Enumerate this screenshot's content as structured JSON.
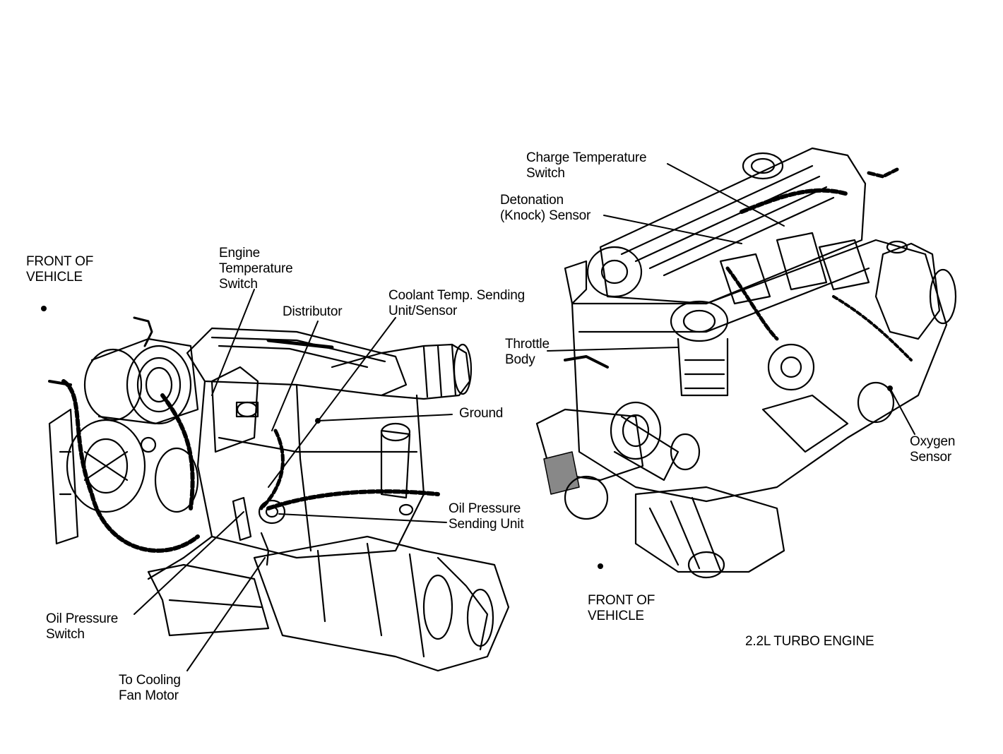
{
  "colors": {
    "ink": "#000000",
    "paper": "#ffffff"
  },
  "caption": "2.2L TURBO ENGINE",
  "left_engine": {
    "front_of_vehicle": [
      "FRONT OF",
      "VEHICLE"
    ],
    "labels": {
      "engine_temperature_switch": [
        "Engine",
        "Temperature",
        "Switch"
      ],
      "distributor": [
        "Distributor"
      ],
      "coolant_temp_sending_unit": [
        "Coolant Temp. Sending",
        "Unit/Sensor"
      ],
      "ground": [
        "Ground"
      ],
      "oil_pressure_sending_unit": [
        "Oil Pressure",
        "Sending Unit"
      ],
      "oil_pressure_switch": [
        "Oil Pressure",
        "Switch"
      ],
      "to_cooling_fan_motor": [
        "To Cooling",
        "Fan Motor"
      ]
    }
  },
  "right_engine": {
    "front_of_vehicle": [
      "FRONT OF",
      "VEHICLE"
    ],
    "labels": {
      "charge_temperature_switch": [
        "Charge Temperature",
        "Switch"
      ],
      "detonation_knock_sensor": [
        "Detonation",
        "(Knock) Sensor"
      ],
      "throttle_body": [
        "Throttle",
        "Body"
      ],
      "oxygen_sensor": [
        "Oxygen",
        "Sensor"
      ]
    }
  }
}
